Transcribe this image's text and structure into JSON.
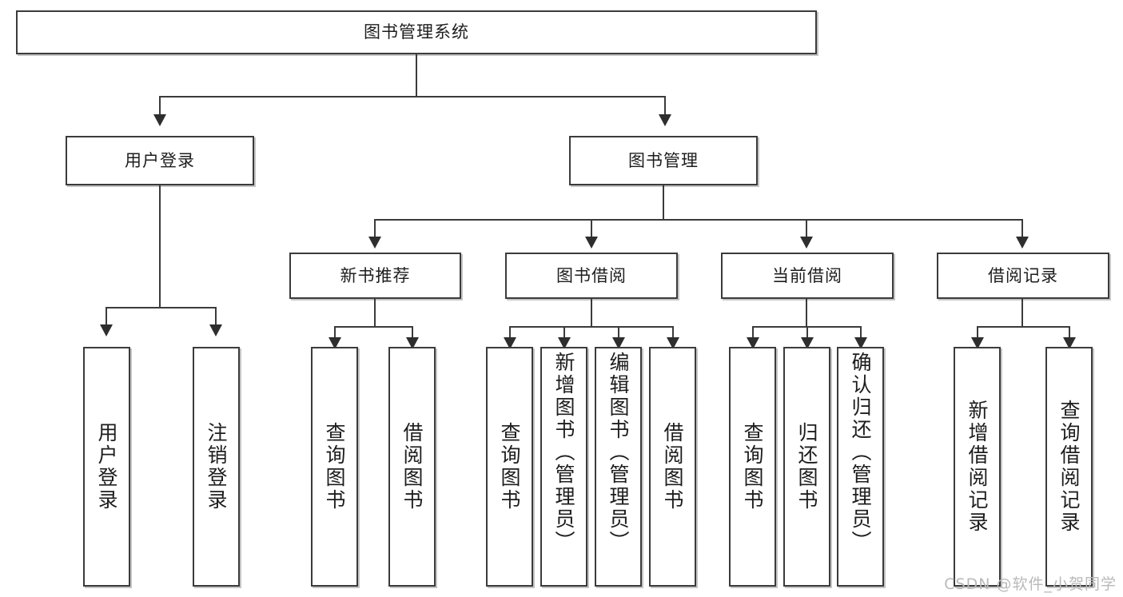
{
  "diagram": {
    "type": "tree-hierarchy",
    "title": "图书管理系统",
    "root": {
      "id": "root",
      "label": "图书管理系统"
    },
    "level2": [
      {
        "id": "user-login",
        "label": "用户登录"
      },
      {
        "id": "book-manage",
        "label": "图书管理"
      }
    ],
    "level3": [
      {
        "id": "new-book-rec",
        "label": "新书推荐",
        "parent": "book-manage"
      },
      {
        "id": "book-borrow",
        "label": "图书借阅",
        "parent": "book-manage"
      },
      {
        "id": "current-borrow",
        "label": "当前借阅",
        "parent": "book-manage"
      },
      {
        "id": "borrow-record",
        "label": "借阅记录",
        "parent": "book-manage"
      }
    ],
    "leaves": {
      "user_login": [
        {
          "id": "leaf-user-login",
          "label": "用户登录"
        },
        {
          "id": "leaf-logout",
          "label": "注销登录"
        }
      ],
      "new_book_rec": [
        {
          "id": "leaf-query-book-1",
          "label": "查询图书"
        },
        {
          "id": "leaf-borrow-book-1",
          "label": "借阅图书"
        }
      ],
      "book_borrow": [
        {
          "id": "leaf-query-book-2",
          "label": "查询图书"
        },
        {
          "id": "leaf-add-book",
          "label": "新增图书（管理员）"
        },
        {
          "id": "leaf-edit-book",
          "label": "编辑图书（管理员）"
        },
        {
          "id": "leaf-borrow-book-2",
          "label": "借阅图书"
        }
      ],
      "current_borrow": [
        {
          "id": "leaf-query-book-3",
          "label": "查询图书"
        },
        {
          "id": "leaf-return-book",
          "label": "归还图书"
        },
        {
          "id": "leaf-confirm-return",
          "label": "确认归还（管理员）"
        }
      ],
      "borrow_record": [
        {
          "id": "leaf-add-record",
          "label": "新增借阅记录"
        },
        {
          "id": "leaf-query-record",
          "label": "查询借阅记录"
        }
      ]
    }
  },
  "watermark": {
    "text": "CSDN @软件_小贺同学"
  },
  "colors": {
    "box_border": "#3b3b3b",
    "line": "#3b3b3b",
    "text": "#1d1d1d",
    "background": "#ffffff",
    "watermark": "#b9b9b9"
  }
}
